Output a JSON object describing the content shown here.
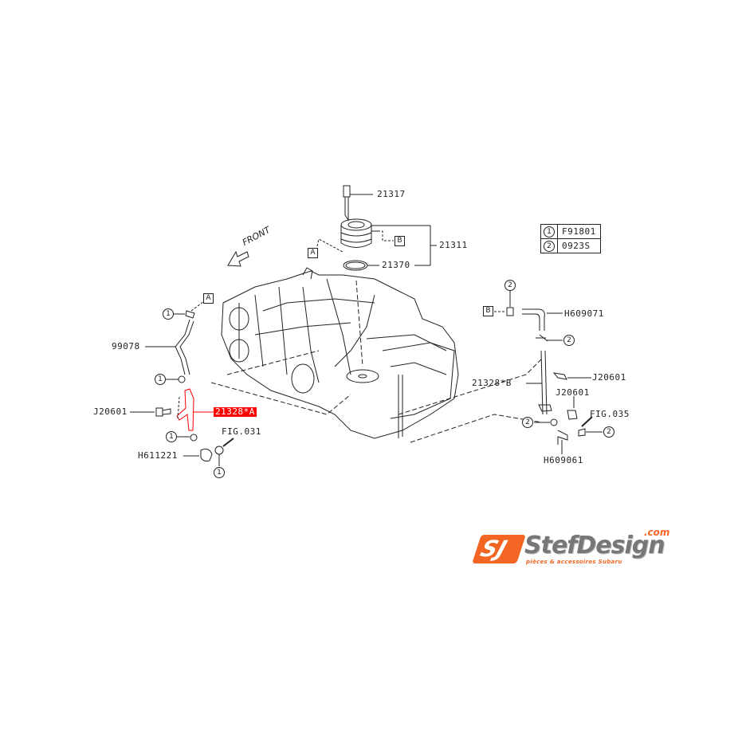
{
  "diagram": {
    "parts": {
      "p21317": "21317",
      "p21311": "21311",
      "p21370": "21370",
      "p99078": "99078",
      "p21328A": "21328*A",
      "p21328B": "21328*B",
      "pJ20601_left": "J20601",
      "pJ20601_right_top": "J20601",
      "pJ20601_right_mid": "J20601",
      "pH611221": "H611221",
      "pH609071": "H609071",
      "pH609061": "H609061",
      "fig031": "FIG.031",
      "fig035": "FIG.035"
    },
    "refs": {
      "A": "A",
      "B": "B",
      "one": "1",
      "two": "2"
    },
    "front_label": "FRONT",
    "highlighted_part": "21328*A",
    "highlight_color": "#ff0000",
    "legend": [
      {
        "key": "1",
        "value": "F91801"
      },
      {
        "key": "2",
        "value": "0923S"
      }
    ]
  },
  "logo": {
    "badge": "SJ",
    "brand": "StefDesign",
    "tld": ".com",
    "tagline": "pièces & accessoires Subaru",
    "brand_orange": "#f26522",
    "brand_gray": "#777777"
  }
}
